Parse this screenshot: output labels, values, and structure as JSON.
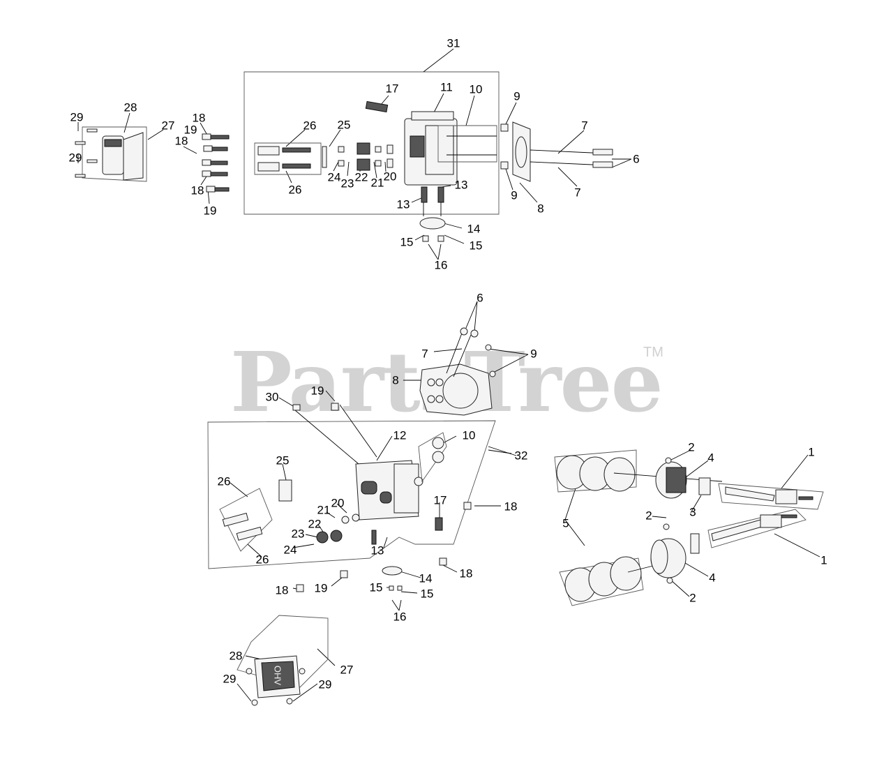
{
  "watermark": {
    "text": "PartsTree",
    "trademark": "TM"
  },
  "callouts": [
    {
      "id": "c31a",
      "text": "31"
    },
    {
      "id": "c17a",
      "text": "17"
    },
    {
      "id": "c11a",
      "text": "11"
    },
    {
      "id": "c10a",
      "text": "10"
    },
    {
      "id": "c9a",
      "text": "9"
    },
    {
      "id": "c7a",
      "text": "7"
    },
    {
      "id": "c6a",
      "text": "6"
    },
    {
      "id": "c7b",
      "text": "7"
    },
    {
      "id": "c8a",
      "text": "8"
    },
    {
      "id": "c9b",
      "text": "9"
    },
    {
      "id": "c29a",
      "text": "29"
    },
    {
      "id": "c28a",
      "text": "28"
    },
    {
      "id": "c27a",
      "text": "27"
    },
    {
      "id": "c29b",
      "text": "29"
    },
    {
      "id": "c18a",
      "text": "18"
    },
    {
      "id": "c19a",
      "text": "19"
    },
    {
      "id": "c18b",
      "text": "18"
    },
    {
      "id": "c18c",
      "text": "18"
    },
    {
      "id": "c19b",
      "text": "19"
    },
    {
      "id": "c26a",
      "text": "26"
    },
    {
      "id": "c25a",
      "text": "25"
    },
    {
      "id": "c26b",
      "text": "26"
    },
    {
      "id": "c24a",
      "text": "24"
    },
    {
      "id": "c23a",
      "text": "23"
    },
    {
      "id": "c22a",
      "text": "22"
    },
    {
      "id": "c21a",
      "text": "21"
    },
    {
      "id": "c20a",
      "text": "20"
    },
    {
      "id": "c13a",
      "text": "13"
    },
    {
      "id": "c13b",
      "text": "13"
    },
    {
      "id": "c14a",
      "text": "14"
    },
    {
      "id": "c15a",
      "text": "15"
    },
    {
      "id": "c15b",
      "text": "15"
    },
    {
      "id": "c16a",
      "text": "16"
    },
    {
      "id": "c6b",
      "text": "6"
    },
    {
      "id": "c7c",
      "text": "7"
    },
    {
      "id": "c9c",
      "text": "9"
    },
    {
      "id": "c8b",
      "text": "8"
    },
    {
      "id": "c30a",
      "text": "30"
    },
    {
      "id": "c19c",
      "text": "19"
    },
    {
      "id": "c12a",
      "text": "12"
    },
    {
      "id": "c10b",
      "text": "10"
    },
    {
      "id": "c32a",
      "text": "32"
    },
    {
      "id": "c25b",
      "text": "25"
    },
    {
      "id": "c26c",
      "text": "26"
    },
    {
      "id": "c21b",
      "text": "21"
    },
    {
      "id": "c20b",
      "text": "20"
    },
    {
      "id": "c22b",
      "text": "22"
    },
    {
      "id": "c23b",
      "text": "23"
    },
    {
      "id": "c24b",
      "text": "24"
    },
    {
      "id": "c26d",
      "text": "26"
    },
    {
      "id": "c17b",
      "text": "17"
    },
    {
      "id": "c18d",
      "text": "18"
    },
    {
      "id": "c13c",
      "text": "13"
    },
    {
      "id": "c14b",
      "text": "14"
    },
    {
      "id": "c18e",
      "text": "18"
    },
    {
      "id": "c18f",
      "text": "18"
    },
    {
      "id": "c19d",
      "text": "19"
    },
    {
      "id": "c15c",
      "text": "15"
    },
    {
      "id": "c15d",
      "text": "15"
    },
    {
      "id": "c16b",
      "text": "16"
    },
    {
      "id": "c28b",
      "text": "28"
    },
    {
      "id": "c27b",
      "text": "27"
    },
    {
      "id": "c29c",
      "text": "29"
    },
    {
      "id": "c29d",
      "text": "29"
    },
    {
      "id": "c2a",
      "text": "2"
    },
    {
      "id": "c4a",
      "text": "4"
    },
    {
      "id": "c1a",
      "text": "1"
    },
    {
      "id": "c5a",
      "text": "5"
    },
    {
      "id": "c2b",
      "text": "2"
    },
    {
      "id": "c3a",
      "text": "3"
    },
    {
      "id": "c1b",
      "text": "1"
    },
    {
      "id": "c4b",
      "text": "4"
    },
    {
      "id": "c2c",
      "text": "2"
    }
  ],
  "cover_text": "OHV"
}
